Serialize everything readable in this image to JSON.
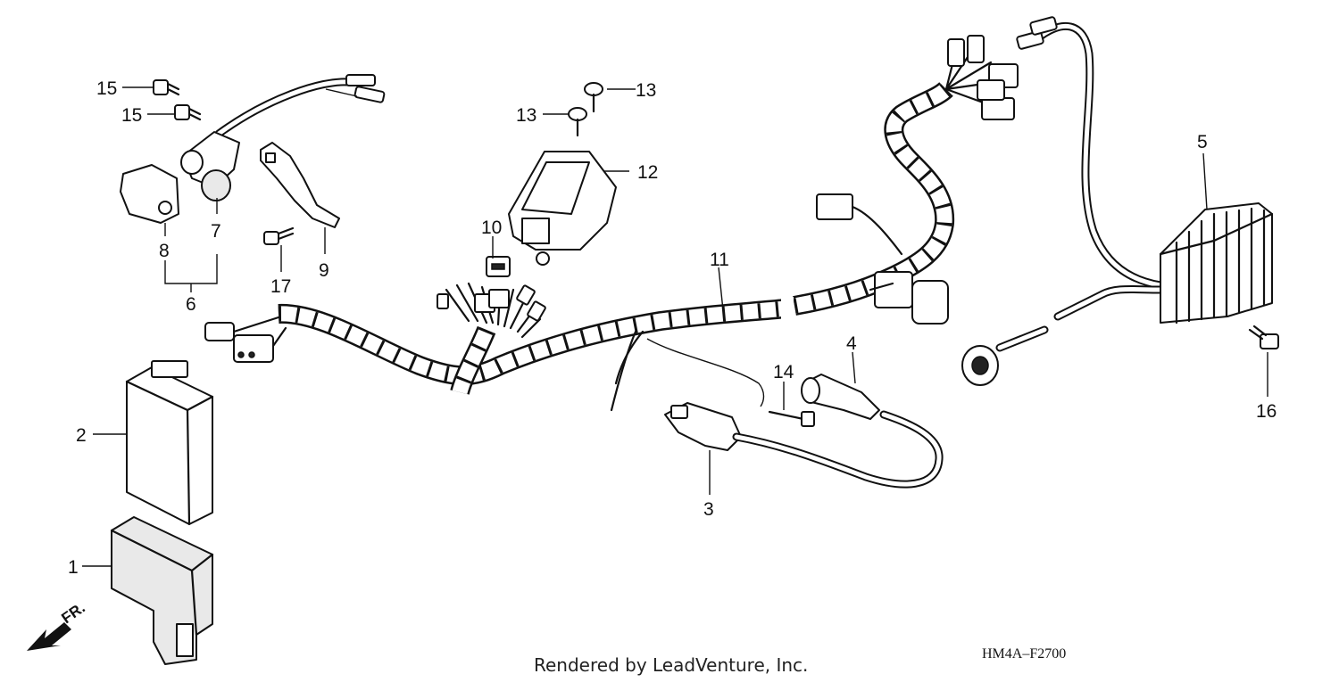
{
  "callouts": [
    {
      "id": "1",
      "text": "1"
    },
    {
      "id": "2",
      "text": "2"
    },
    {
      "id": "3",
      "text": "3"
    },
    {
      "id": "4",
      "text": "4"
    },
    {
      "id": "5",
      "text": "5"
    },
    {
      "id": "6",
      "text": "6"
    },
    {
      "id": "7",
      "text": "7"
    },
    {
      "id": "8",
      "text": "8"
    },
    {
      "id": "9",
      "text": "9"
    },
    {
      "id": "10",
      "text": "10"
    },
    {
      "id": "11",
      "text": "11"
    },
    {
      "id": "12",
      "text": "12"
    },
    {
      "id": "13a",
      "text": "13"
    },
    {
      "id": "13b",
      "text": "13"
    },
    {
      "id": "14",
      "text": "14"
    },
    {
      "id": "15a",
      "text": "15"
    },
    {
      "id": "15b",
      "text": "15"
    },
    {
      "id": "16",
      "text": "16"
    },
    {
      "id": "17",
      "text": "17"
    }
  ],
  "orientation_label": "FR.",
  "diagram_code": "HM4A–F2700",
  "credit": "Rendered by LeadVenture, Inc."
}
